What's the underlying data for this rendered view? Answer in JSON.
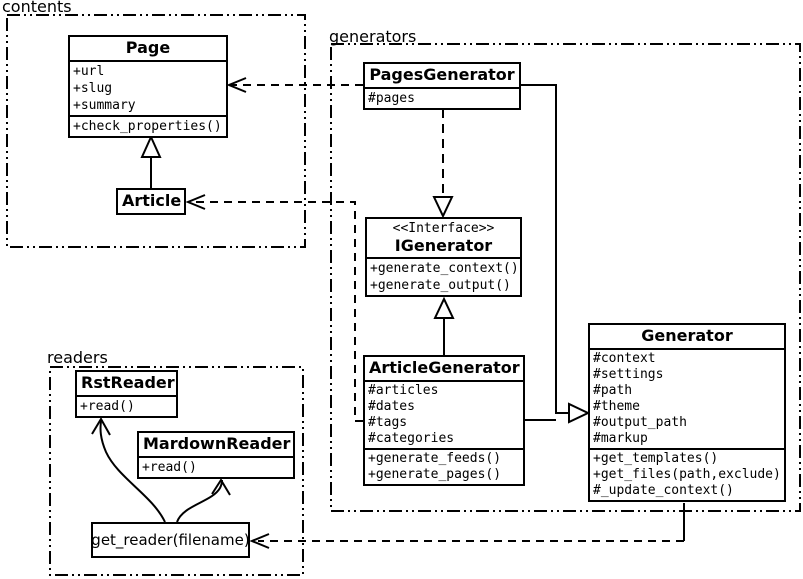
{
  "packages": {
    "contents": "contents",
    "generators": "generators",
    "readers": "readers"
  },
  "classes": {
    "page": {
      "title": "Page",
      "attrs": [
        "+url",
        "+slug",
        "+summary"
      ],
      "methods": [
        "+check_properties()"
      ]
    },
    "article": {
      "title": "Article"
    },
    "pages_generator": {
      "title": "PagesGenerator",
      "attrs": [
        "#pages"
      ]
    },
    "igenerator": {
      "stereotype": "<<Interface>>",
      "title": "IGenerator",
      "methods": [
        "+generate_context()",
        "+generate_output()"
      ]
    },
    "article_generator": {
      "title": "ArticleGenerator",
      "attrs": [
        "#articles",
        "#dates",
        "#tags",
        "#categories"
      ],
      "methods": [
        "+generate_feeds()",
        "+generate_pages()"
      ]
    },
    "generator": {
      "title": "Generator",
      "attrs": [
        "#context",
        "#settings",
        "#path",
        "#theme",
        "#output_path",
        "#markup"
      ],
      "methods": [
        "+get_templates()",
        "+get_files(path,exclude)",
        "#_update_context()"
      ]
    },
    "rst_reader": {
      "title": "RstReader",
      "methods": [
        "+read()"
      ]
    },
    "mardown_reader": {
      "title": "MardownReader",
      "methods": [
        "+read()"
      ]
    }
  },
  "functions": {
    "get_reader": {
      "label": "get_reader(filename)"
    }
  },
  "relationships": [
    {
      "type": "inheritance",
      "from": "Article",
      "to": "Page"
    },
    {
      "type": "realization-dashed",
      "from": "PagesGenerator",
      "to": "IGenerator"
    },
    {
      "type": "inheritance",
      "from": "ArticleGenerator",
      "to": "IGenerator"
    },
    {
      "type": "inheritance",
      "from": "PagesGenerator",
      "to": "Generator"
    },
    {
      "type": "inheritance",
      "from": "ArticleGenerator",
      "to": "Generator"
    },
    {
      "type": "dependency",
      "from": "PagesGenerator",
      "to": "Page"
    },
    {
      "type": "dependency",
      "from": "ArticleGenerator",
      "to": "Article"
    },
    {
      "type": "dependency",
      "from": "Generator",
      "to": "get_reader(filename)"
    },
    {
      "type": "arrow",
      "from": "get_reader(filename)",
      "to": "RstReader"
    },
    {
      "type": "arrow",
      "from": "get_reader(filename)",
      "to": "MardownReader"
    }
  ],
  "colors": {
    "line": "#000000",
    "background": "#ffffff",
    "box_fill": "#ffffff"
  }
}
